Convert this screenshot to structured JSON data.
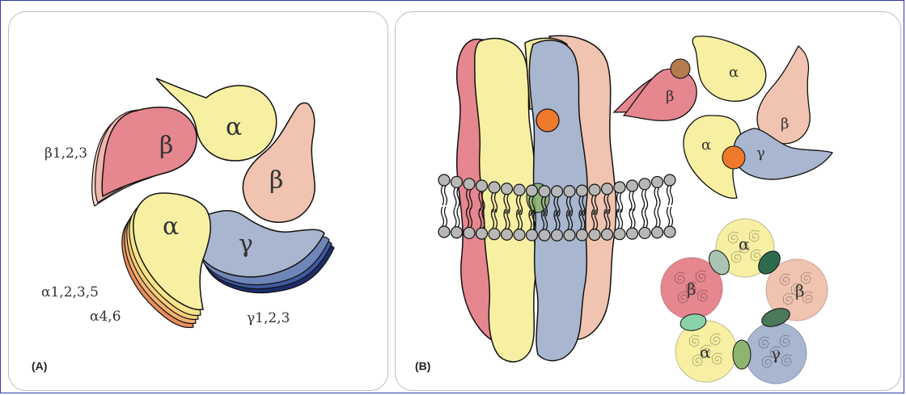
{
  "panel_a": {
    "label": "(A)",
    "subunits": {
      "alpha_top": "α",
      "beta_left": "β",
      "beta_right": "β",
      "alpha_bottom": "α",
      "gamma": "γ"
    },
    "isoform_labels": {
      "beta": "β1,2,3",
      "alpha_a": "α1,2,3,5",
      "alpha_b": "α4,6",
      "gamma": "γ1,2,3"
    }
  },
  "panel_b": {
    "label": "(B)",
    "top_view": {
      "alpha_top": "α",
      "beta_left": "β",
      "beta_right": "β",
      "alpha_bottom": "α",
      "gamma": "γ"
    },
    "bottom_view": {
      "alpha_top": "α",
      "beta_left": "β",
      "beta_right": "β",
      "alpha_bottom": "α",
      "gamma": "γ"
    }
  },
  "colors": {
    "alpha": "#f7f0a3",
    "beta": "#e6868f",
    "beta2": "#f0c4b0",
    "gamma": "#a9b6cf",
    "binding_site": "#ef7a2c",
    "green_site": "#8db470",
    "frame": "#2f3aa8"
  }
}
